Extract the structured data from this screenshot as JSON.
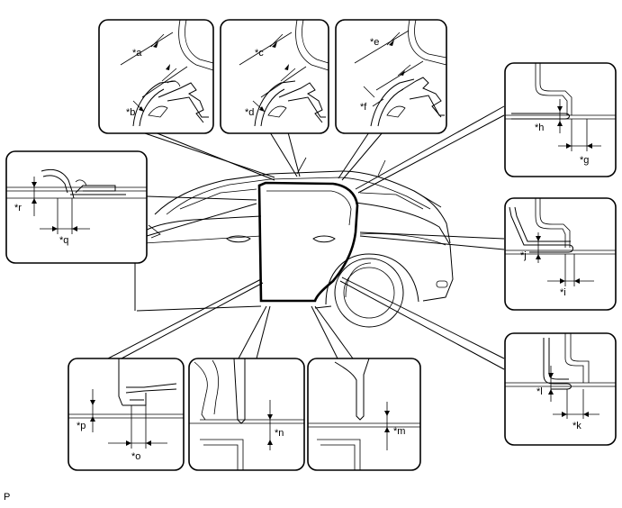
{
  "figure_id": "P",
  "labels": {
    "a": "*a",
    "b": "*b",
    "c": "*c",
    "d": "*d",
    "e": "*e",
    "f": "*f",
    "g": "*g",
    "h": "*h",
    "i": "*i",
    "j": "*j",
    "k": "*k",
    "l": "*l",
    "m": "*m",
    "n": "*n",
    "o": "*o",
    "p": "*p",
    "q": "*q",
    "r": "*r"
  }
}
